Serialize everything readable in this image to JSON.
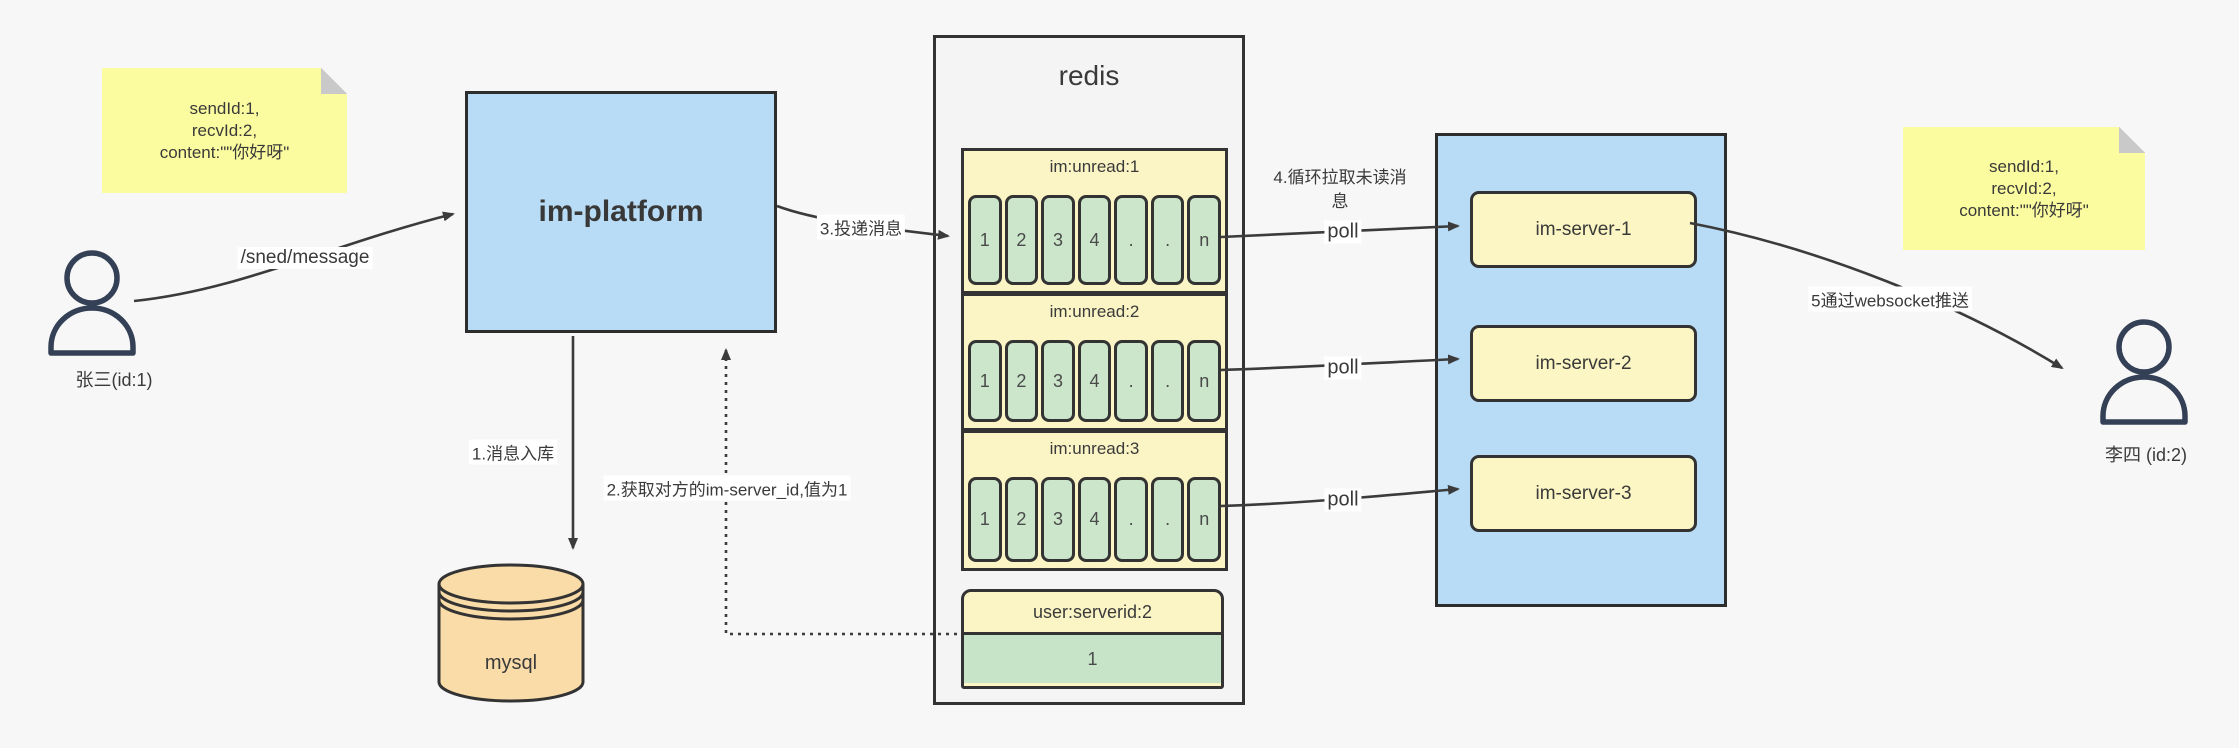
{
  "notes": {
    "left": {
      "line1": "sendId:1,",
      "line2": "recvId:2,",
      "line3": "content:\"\"你好呀\""
    },
    "right": {
      "line1": "sendId:1,",
      "line2": "recvId:2,",
      "line3": "content:\"\"你好呀\""
    }
  },
  "actors": {
    "sender": {
      "label": "张三(id:1)"
    },
    "receiver": {
      "label": "李四 (id:2)"
    }
  },
  "nodes": {
    "platform": {
      "label": "im-platform"
    },
    "database": {
      "label": "mysql"
    },
    "redis": {
      "title": "redis",
      "queues": [
        {
          "header": "im:unread:1",
          "cells": [
            "1",
            "2",
            "3",
            "4",
            ".",
            ".",
            "n"
          ]
        },
        {
          "header": "im:unread:2",
          "cells": [
            "1",
            "2",
            "3",
            "4",
            ".",
            ".",
            "n"
          ]
        },
        {
          "header": "im:unread:3",
          "cells": [
            "1",
            "2",
            "3",
            "4",
            ".",
            ".",
            "n"
          ]
        }
      ],
      "mapping": {
        "header": "user:serverid:2",
        "value": "1"
      }
    },
    "cluster": {
      "servers": [
        {
          "label": "im-server-1"
        },
        {
          "label": "im-server-2"
        },
        {
          "label": "im-server-3"
        }
      ]
    }
  },
  "edges": {
    "send_api": "/sned/message",
    "step1": "1.消息入库",
    "step2": "2.获取对方的im-server_id,值为1",
    "step3": "3.投递消息",
    "step4_line1": "4.循环拉取未读消",
    "step4_line2": "息",
    "poll": "poll",
    "step5": "5通过websocket推送"
  },
  "colors": {
    "node_blue": "#b9dcf6",
    "sticky_yellow": "#fbfb9f",
    "pale_yellow": "#fbf5c6",
    "cell_green": "#cbe6cb",
    "db_tan": "#fadca9",
    "container_gray": "#f4f4f4",
    "stroke_dark": "#3b3b3b",
    "actor_navy": "#344055"
  }
}
